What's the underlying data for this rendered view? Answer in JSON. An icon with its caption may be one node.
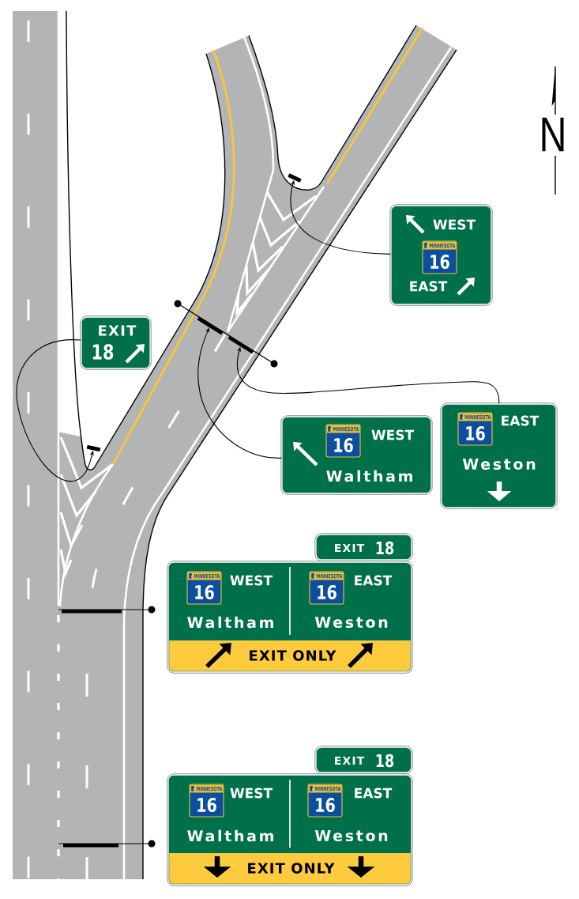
{
  "diagram": {
    "nodes": [
      {
        "text": [],
        "shape": "bar"
      },
      {
        "text": [
          "WEST",
          "EAST"
        ]
      },
      {
        "text": [
          "MINNESOTA",
          "16"
        ],
        "in": 1
      },
      {
        "text": [],
        "shape": "bar"
      },
      {
        "text": [],
        "shape": "bar"
      },
      {
        "text": [
          "EXIT",
          "18"
        ]
      },
      {
        "text": [],
        "shape": "bar"
      },
      {
        "text": [
          "WEST",
          "Waltham"
        ]
      },
      {
        "text": [
          "MINNESOTA",
          "16"
        ],
        "in": 7
      },
      {
        "text": [
          "EAST",
          "Weston"
        ]
      },
      {
        "text": [
          "MINNESOTA",
          "16"
        ],
        "in": 9
      },
      {
        "text": [
          "EXIT",
          "18"
        ]
      },
      {
        "text": [
          "WEST",
          "Waltham",
          "EAST",
          "Weston"
        ]
      },
      {
        "text": [
          "MINNESOTA",
          "16"
        ],
        "in": 12
      },
      {
        "text": [
          "MINNESOTA",
          "16"
        ],
        "in": 12
      },
      {
        "text": [
          "EXIT ONLY"
        ],
        "in": 12
      },
      {
        "text": [
          "EXIT",
          "18"
        ]
      },
      {
        "text": [
          "WEST",
          "Waltham",
          "EAST",
          "Weston"
        ]
      },
      {
        "text": [
          "MINNESOTA",
          "16"
        ],
        "in": 17
      },
      {
        "text": [
          "MINNESOTA",
          "16"
        ],
        "in": 17
      },
      {
        "text": [
          "EXIT ONLY"
        ],
        "in": 17
      }
    ],
    "edges": [
      {
        "from": 1,
        "to": 0,
        "arrow": "to"
      },
      {
        "from": 5,
        "to": 6,
        "arrow": "to"
      },
      {
        "from": 7,
        "to": 3,
        "arrow": "to"
      },
      {
        "from": 9,
        "to": 4,
        "arrow": "to"
      }
    ],
    "labels": [
      "N"
    ]
  }
}
